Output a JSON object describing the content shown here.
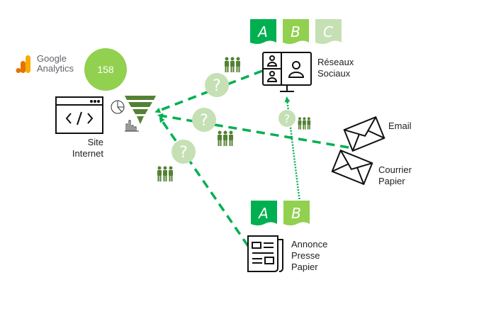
{
  "analytics": {
    "brand_line1": "Google",
    "brand_line2": "Analytics",
    "count": "158"
  },
  "nodes": {
    "website": {
      "line1": "Site",
      "line2": "Internet"
    },
    "social": {
      "line1": "Réseaux",
      "line2": "Sociaux"
    },
    "email": {
      "line1": "Email"
    },
    "mail": {
      "line1": "Courrier",
      "line2": "Papier"
    },
    "press": {
      "line1": "Annonce",
      "line2": "Presse",
      "line3": "Papier"
    }
  },
  "variants": {
    "social": [
      "A",
      "B",
      "C"
    ],
    "press": [
      "A",
      "B"
    ]
  },
  "unknown_symbol": "?",
  "colors": {
    "variant_a": "#00b050",
    "variant_b": "#92d050",
    "variant_c": "#c5e0b4",
    "funnel": "#548235",
    "people": "#548235",
    "question": "#c5e0b4",
    "arrow": "#00b050",
    "badge": "#92d050"
  }
}
